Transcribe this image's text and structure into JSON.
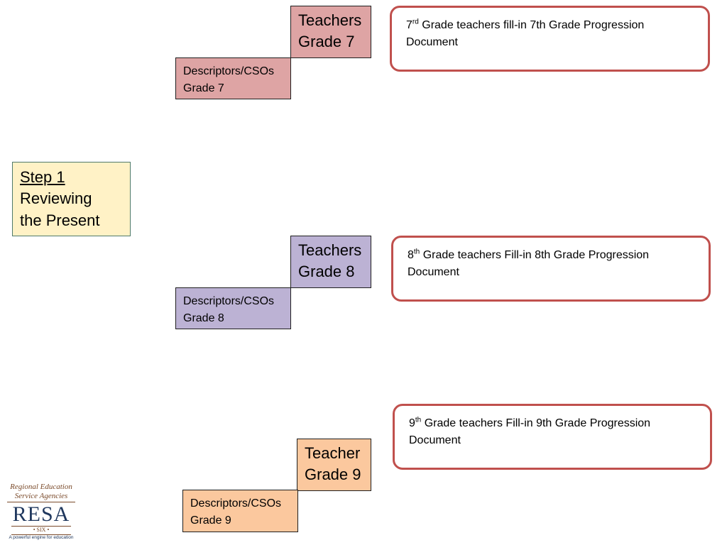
{
  "colors": {
    "grade7": "#dea4a4",
    "grade8": "#bcb2d4",
    "grade9": "#fbc89e",
    "step": "#fff2c6",
    "callout_border": "#c0504d"
  },
  "step": {
    "title": "Step 1",
    "line1": "Reviewing",
    "line2": "the Present"
  },
  "rows": [
    {
      "teacher_line1": "Teachers",
      "teacher_line2": "Grade 7",
      "desc_line1": "Descriptors/CSOs",
      "desc_line2": "Grade 7",
      "callout_num": "7",
      "callout_sup": "rd",
      "callout_text": " Grade teachers fill-in 7th Grade Progression Document"
    },
    {
      "teacher_line1": "Teachers",
      "teacher_line2": "Grade 8",
      "desc_line1": "Descriptors/CSOs",
      "desc_line2": "Grade 8",
      "callout_num": "8",
      "callout_sup": "th",
      "callout_text": " Grade teachers Fill-in 8th Grade Progression Document"
    },
    {
      "teacher_line1": "Teacher",
      "teacher_line2": "Grade 9",
      "desc_line1": "Descriptors/CSOs",
      "desc_line2": "Grade 9",
      "callout_num": "9",
      "callout_sup": "th",
      "callout_text": " Grade teachers Fill-in 9th Grade Progression Document"
    }
  ],
  "logo": {
    "line1": "Regional Education",
    "line2": "Service Agencies",
    "name": "RESA",
    "number": "• SIX •",
    "tagline": "A powerful engine for education"
  }
}
